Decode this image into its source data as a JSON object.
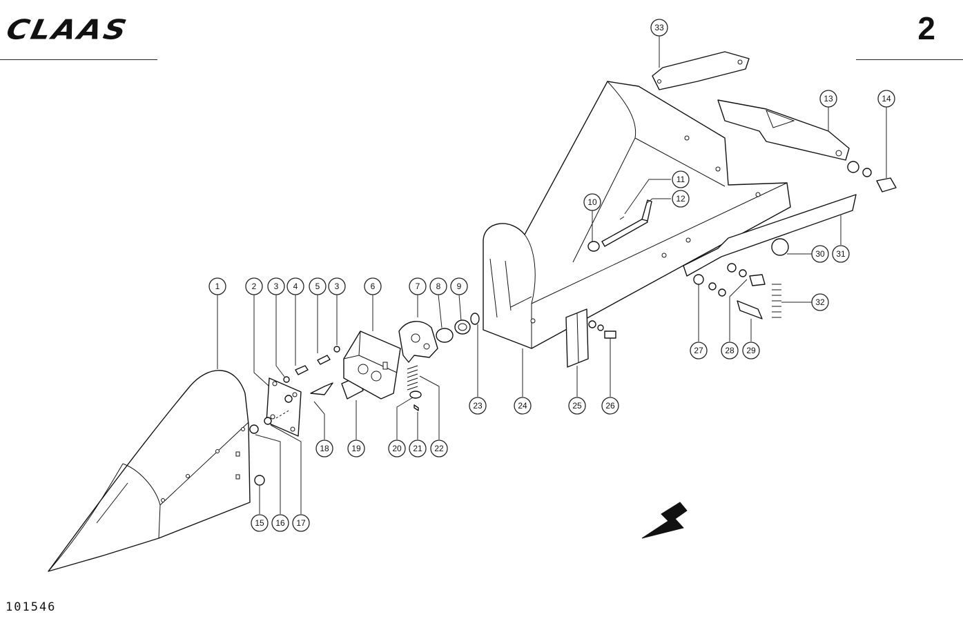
{
  "header": {
    "logo_text": "CLAAS",
    "page_number": "2"
  },
  "footer": {
    "drawing_number": "101546"
  },
  "callouts": [
    "1",
    "2",
    "3",
    "4",
    "5",
    "3",
    "6",
    "7",
    "8",
    "9",
    "10",
    "11",
    "12",
    "13",
    "14",
    "15",
    "16",
    "17",
    "18",
    "19",
    "20",
    "21",
    "22",
    "23",
    "24",
    "25",
    "26",
    "27",
    "28",
    "29",
    "30",
    "31",
    "32",
    "33"
  ],
  "icons": {
    "direction_arrow": "arrow-down-left-icon"
  }
}
